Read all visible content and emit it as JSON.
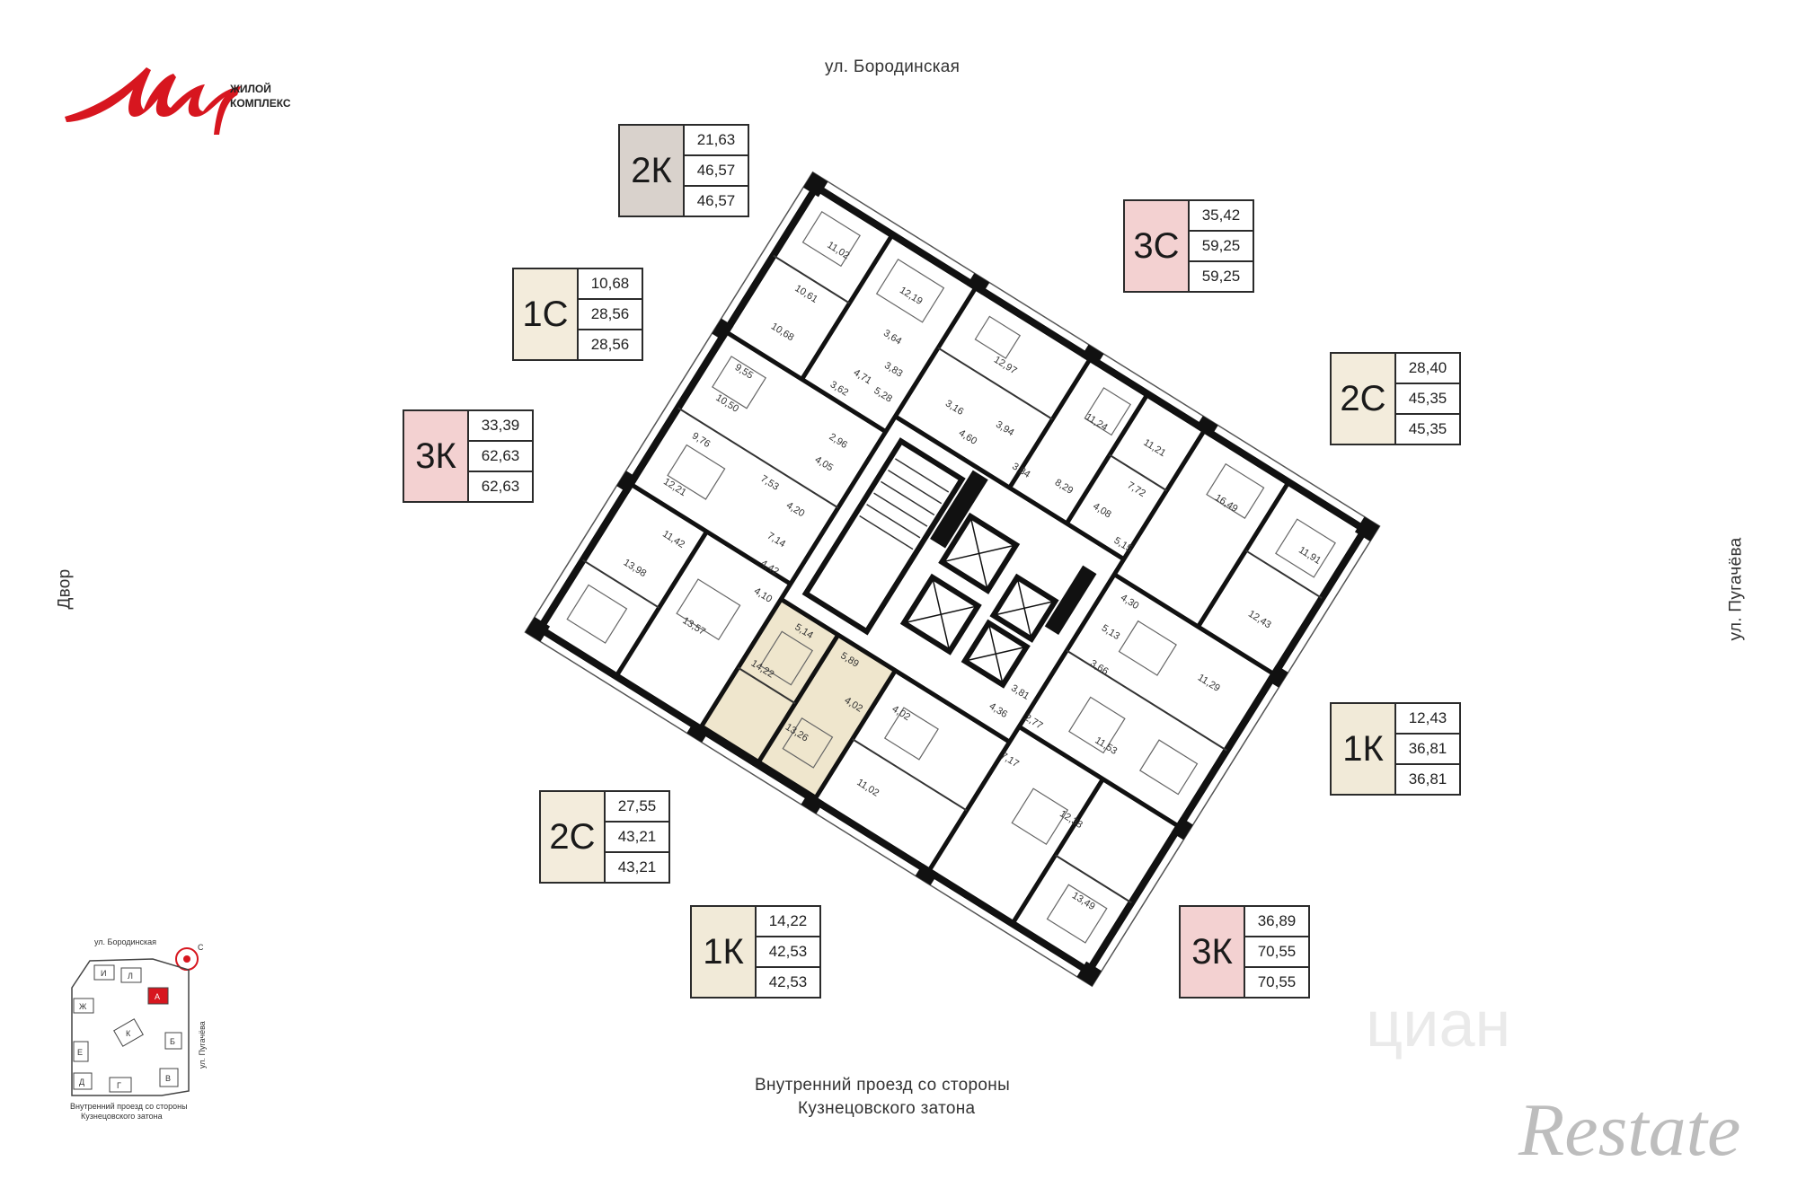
{
  "logo": {
    "script": "Мир",
    "line1": "ЖИЛОЙ",
    "line2": "КОМПЛЕКС",
    "color": "#d7161f"
  },
  "streets": {
    "top": "ул. Бородинская",
    "left": "Двор",
    "right": "ул. Пугачёва",
    "bottom_line1": "Внутренний проезд со стороны",
    "bottom_line2": "Кузнецовского затона"
  },
  "colors": {
    "k2": "#d9d2cc",
    "s1": "#f3ecdc",
    "k3": "#f3d1d1",
    "s2": "#f3ecdc",
    "k1": "#f1ead8",
    "highlight": "#efe6cd"
  },
  "units": [
    {
      "code": "2К",
      "v": [
        "21,63",
        "46,57",
        "46,57"
      ]
    },
    {
      "code": "1С",
      "v": [
        "10,68",
        "28,56",
        "28,56"
      ]
    },
    {
      "code": "3К",
      "v": [
        "33,39",
        "62,63",
        "62,63"
      ]
    },
    {
      "code": "3С",
      "v": [
        "35,42",
        "59,25",
        "59,25"
      ]
    },
    {
      "code": "2С",
      "v": [
        "28,40",
        "45,35",
        "45,35"
      ]
    },
    {
      "code": "1К",
      "v": [
        "12,43",
        "36,81",
        "36,81"
      ]
    },
    {
      "code": "2С",
      "v": [
        "27,55",
        "43,21",
        "43,21"
      ]
    },
    {
      "code": "1К",
      "v": [
        "14,22",
        "42,53",
        "42,53"
      ]
    },
    {
      "code": "3К",
      "v": [
        "36,89",
        "70,55",
        "70,55"
      ]
    }
  ],
  "rooms": [
    "11,02",
    "10,61",
    "12,19",
    "3,64",
    "3,83",
    "10,68",
    "4,71",
    "5,28",
    "3,62",
    "9,55",
    "10,50",
    "2,96",
    "4,05",
    "9,76",
    "7,53",
    "12,21",
    "4,20",
    "7,14",
    "11,42",
    "4,42",
    "13,98",
    "4,10",
    "13,57",
    "5,14",
    "5,89",
    "14,22",
    "4,02",
    "13,26",
    "4,02",
    "11,02",
    "12,97",
    "11,24",
    "3,16",
    "4,60",
    "3,94",
    "3,84",
    "8,29",
    "11,21",
    "7,72",
    "16,49",
    "4,08",
    "5,15",
    "11,91",
    "4,30",
    "5,13",
    "12,43",
    "3,66",
    "11,29",
    "3,81",
    "4,36",
    "2,77",
    "7,17",
    "11,53",
    "12,38",
    "13,49"
  ],
  "minimap": {
    "street_top": "ул. Бородинская",
    "street_right": "ул. Пугачёва",
    "caption1": "Внутренний проезд со стороны",
    "caption2": "Кузнецовского затона",
    "sections": [
      "И",
      "Л",
      "Ж",
      "А",
      "К",
      "Е",
      "Б",
      "Д",
      "Г",
      "В"
    ],
    "compass": "С"
  },
  "watermark": {
    "cian": "циан",
    "restate": "Restate"
  }
}
